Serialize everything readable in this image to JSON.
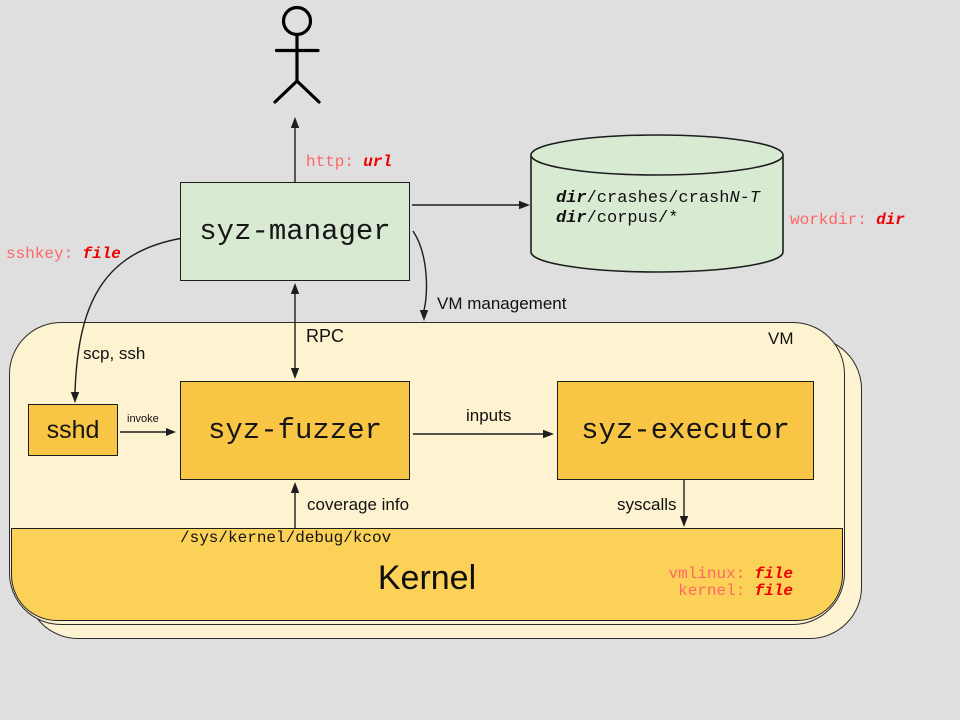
{
  "nodes": {
    "manager": "syz-manager",
    "fuzzer": "syz-fuzzer",
    "executor": "syz-executor",
    "sshd": "sshd",
    "kernel": "Kernel",
    "vm": "VM"
  },
  "storage": {
    "line1": {
      "dir": "dir",
      "path": "/crashes/crash",
      "suffix": "N-T"
    },
    "line2": {
      "dir": "dir",
      "path": "/corpus/*",
      "suffix": ""
    }
  },
  "labels": {
    "http": {
      "key": "http:",
      "value": "url"
    },
    "workdir": {
      "key": "workdir:",
      "value": "dir"
    },
    "sshkey": {
      "key": "sshkey:",
      "value": "file"
    },
    "vmlinux": {
      "key": "vmlinux:",
      "value": "file"
    },
    "kernel_file": {
      "key": "kernel:",
      "value": "file"
    },
    "scp_ssh": "scp, ssh",
    "rpc": "RPC",
    "vm_management": "VM management",
    "invoke": "invoke",
    "inputs": "inputs",
    "coverage_info": "coverage info",
    "syscalls": "syscalls",
    "kcov_path": "/sys/kernel/debug/kcov"
  },
  "colors": {
    "background": "#dfdfdf",
    "green_fill": "#d9ead3",
    "vm_fill": "#fdf3d1",
    "box_fill": "#f8c545",
    "kernel_fill": "#fcd157",
    "label_red": "#ff6666",
    "value_red": "#ee0000"
  }
}
